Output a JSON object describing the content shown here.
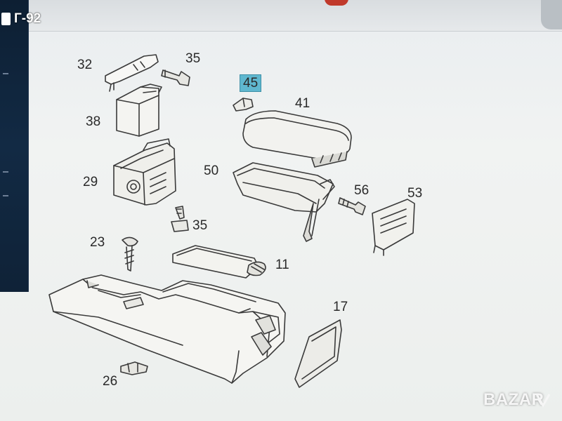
{
  "listing": {
    "code": "Г-92"
  },
  "parts": [
    {
      "number": "32",
      "highlighted": false
    },
    {
      "number": "35",
      "highlighted": false
    },
    {
      "number": "45",
      "highlighted": true
    },
    {
      "number": "41",
      "highlighted": false
    },
    {
      "number": "38",
      "highlighted": false
    },
    {
      "number": "50",
      "highlighted": false
    },
    {
      "number": "29",
      "highlighted": false
    },
    {
      "number": "56",
      "highlighted": false
    },
    {
      "number": "53",
      "highlighted": false
    },
    {
      "number": "35",
      "highlighted": false
    },
    {
      "number": "23",
      "highlighted": false
    },
    {
      "number": "11",
      "highlighted": false
    },
    {
      "number": "17",
      "highlighted": false
    },
    {
      "number": "26",
      "highlighted": false
    }
  ],
  "watermark": {
    "text": "BAZAR"
  },
  "colors": {
    "highlight": "#5fb7cf",
    "line": "#3a3a3a",
    "screen": "#eef0ef"
  }
}
